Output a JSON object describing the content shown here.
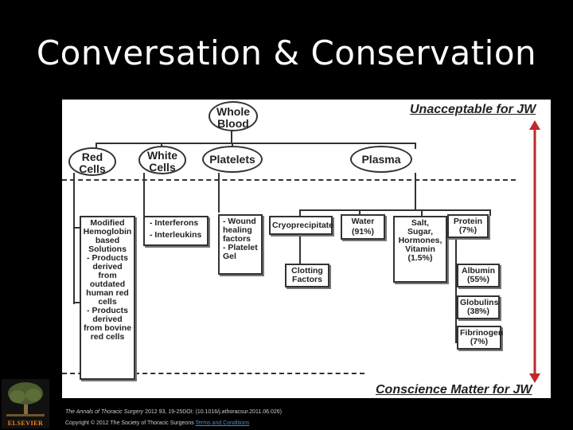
{
  "slide": {
    "title": "Conversation & Conservation"
  },
  "diagram": {
    "banner_top": "Unacceptable for JW",
    "banner_bottom": "Conscience Matter for JW",
    "nodes": {
      "whole_blood": [
        "Whole",
        "Blood"
      ],
      "red_cells": [
        "Red",
        "Cells"
      ],
      "white_cells": [
        "White",
        "Cells"
      ],
      "platelets": "Platelets",
      "plasma": "Plasma",
      "modified_hemoglobin": [
        "Modified",
        "Hemoglobin",
        "based",
        "Solutions",
        "- Products",
        "derived",
        "from",
        "outdated",
        "human red",
        "cells",
        "- Products",
        "derived",
        "from bovine",
        "red cells"
      ],
      "interferons": [
        "- Interferons",
        "- Interleukins"
      ],
      "wound": [
        "- Wound",
        "healing",
        "factors",
        "- Platelet",
        "Gel"
      ],
      "cryo": "Cryoprecipitate",
      "water": [
        "Water",
        "(91%)"
      ],
      "salt": [
        "Salt,",
        "Sugar,",
        "Hormones,",
        "Vitamin",
        "(1.5%)"
      ],
      "protein": [
        "Protein",
        "(7%)"
      ],
      "clotting": [
        "Clotting",
        "Factors"
      ],
      "albumin": [
        "Albumin",
        "(55%)"
      ],
      "globulins": [
        "Globulins",
        "(38%)"
      ],
      "fibrinogen": [
        "Fibrinogen",
        "(7%)"
      ]
    }
  },
  "footer": {
    "journal": "The Annals of Thoracic Surgery",
    "citation": " 2012 93, 19-25DOI: (10.1016/j.athoracsur.2011.06.026)",
    "copyright": "Copyright © 2012 The Society of Thoracic Surgeons",
    "link": "Terms and Conditions"
  },
  "logo": {
    "text": "ELSEVIER"
  },
  "colors": {
    "arrow": "#c0282a",
    "background": "#000000",
    "panel": "#ffffff"
  }
}
